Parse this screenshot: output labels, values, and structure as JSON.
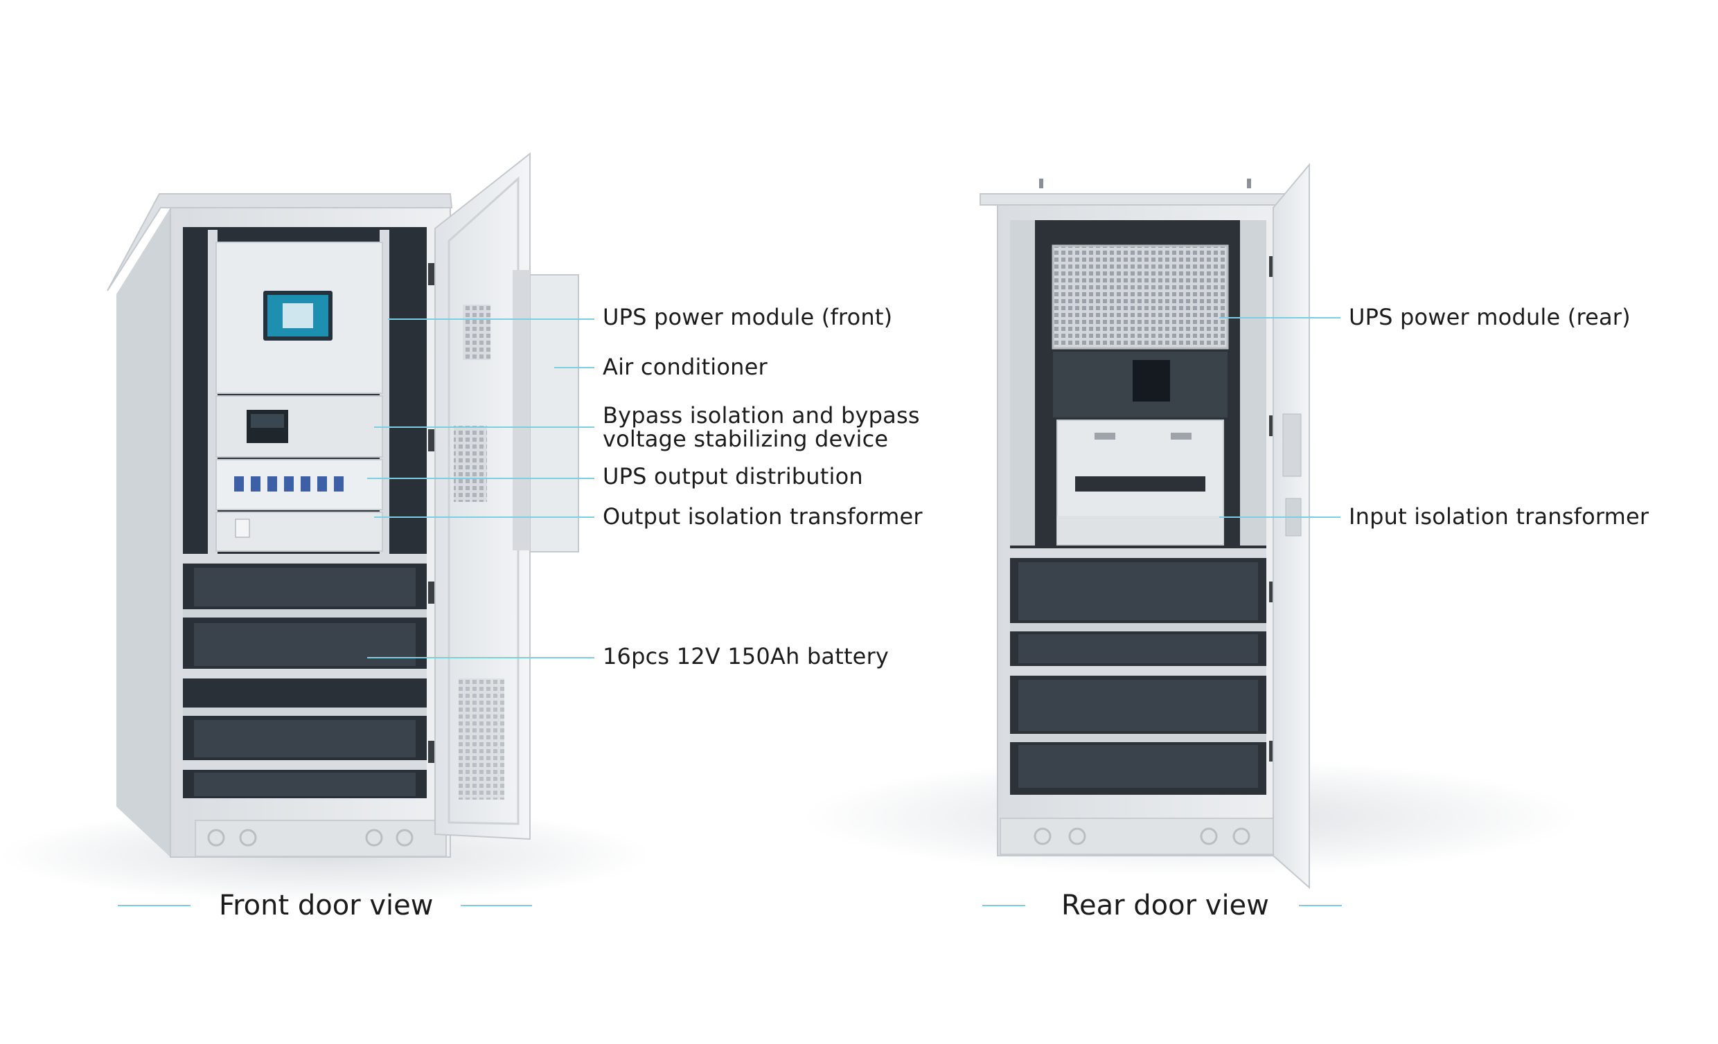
{
  "front_view": {
    "caption": "Front door view",
    "callouts": [
      {
        "id": "ups-power-module-front",
        "text": "UPS power module (front)"
      },
      {
        "id": "air-conditioner",
        "text": "Air conditioner"
      },
      {
        "id": "bypass-isolation",
        "text": "Bypass isolation and bypass\nvoltage stabilizing device"
      },
      {
        "id": "ups-output-distribution",
        "text": "UPS output distribution"
      },
      {
        "id": "output-isolation-transformer",
        "text": "Output isolation transformer"
      },
      {
        "id": "battery",
        "text": "16pcs 12V 150Ah battery"
      }
    ]
  },
  "rear_view": {
    "caption": "Rear door view",
    "callouts": [
      {
        "id": "ups-power-module-rear",
        "text": "UPS power module (rear)"
      },
      {
        "id": "input-isolation-transformer",
        "text": "Input isolation transformer"
      }
    ]
  },
  "colors": {
    "leader_line": "#7ccfe0",
    "cabinet_body": "#e6e9ec",
    "cabinet_shade": "#c9ced3",
    "interior_dark": "#1f242a",
    "text": "#1b1b1b",
    "screen": "#1d8fb0"
  }
}
